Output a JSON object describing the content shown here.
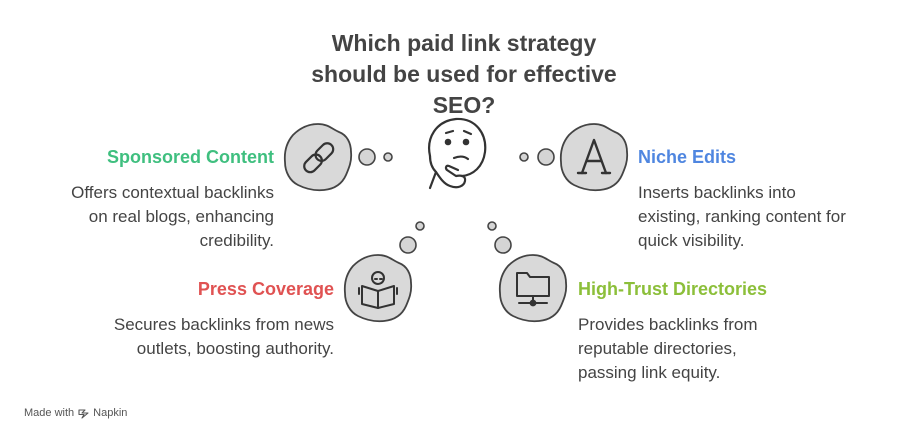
{
  "title": {
    "lines": [
      "Which paid link strategy",
      "should be used for effective",
      "SEO?"
    ]
  },
  "items": [
    {
      "heading": "Sponsored Content",
      "color": "#3fbf7f",
      "icon": "link-icon",
      "lines": [
        "Offers contextual backlinks",
        "on real blogs, enhancing",
        "credibility."
      ]
    },
    {
      "heading": "Niche Edits",
      "color": "#4f86e0",
      "icon": "letter-a-icon",
      "lines": [
        "Inserts backlinks into",
        "existing, ranking content for",
        "quick visibility."
      ]
    },
    {
      "heading": "Press Coverage",
      "color": "#e05252",
      "icon": "reader-icon",
      "lines": [
        "Secures backlinks from news",
        "outlets, boosting authority."
      ]
    },
    {
      "heading": "High-Trust Directories",
      "color": "#8cbf3a",
      "icon": "folder-network-icon",
      "lines": [
        "Provides backlinks from",
        "reputable directories,",
        "passing link equity."
      ]
    }
  ],
  "center_icon": "thinking-face-icon",
  "footer": {
    "prefix": "Made with",
    "brand": "Napkin",
    "icon": "napkin-logo-icon"
  }
}
